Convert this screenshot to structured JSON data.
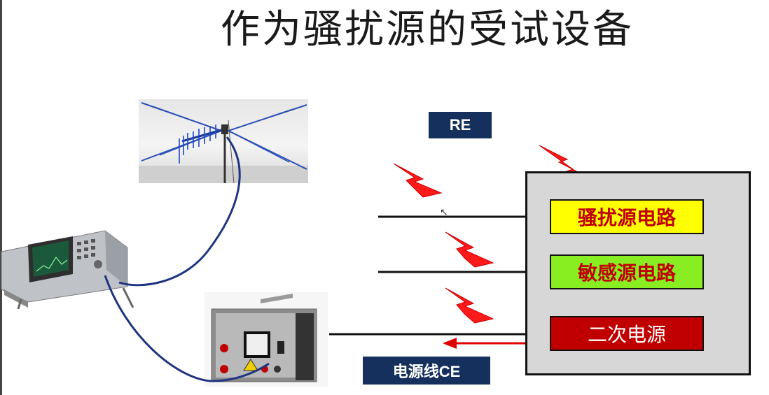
{
  "slide": {
    "title": "作为骚扰源的受试设备"
  },
  "labels": {
    "re": "RE",
    "ce": "电源线CE"
  },
  "eut": {
    "circuits": [
      {
        "label": "骚扰源电路",
        "fill": "#ffff00",
        "text_color": "#c00000"
      },
      {
        "label": "敏感源电路",
        "fill": "#88ee22",
        "text_color": "#c00000"
      },
      {
        "label": "二次电源",
        "fill": "#c00000",
        "text_color": "#ffffff"
      }
    ],
    "box_fill": "#d7d7d7"
  },
  "colors": {
    "tag_background": "#16305e",
    "emission_arrow": "#ff2020",
    "cable": "#1f3480",
    "ce_arrow": "#e00000"
  },
  "icons": {
    "antenna": "biconical-log-periodic-antenna",
    "receiver": "spectrum-analyzer",
    "lisn": "line-impedance-stabilization-network",
    "emission": "lightning-bolt-icon",
    "cursor": "mouse-pointer-icon"
  }
}
